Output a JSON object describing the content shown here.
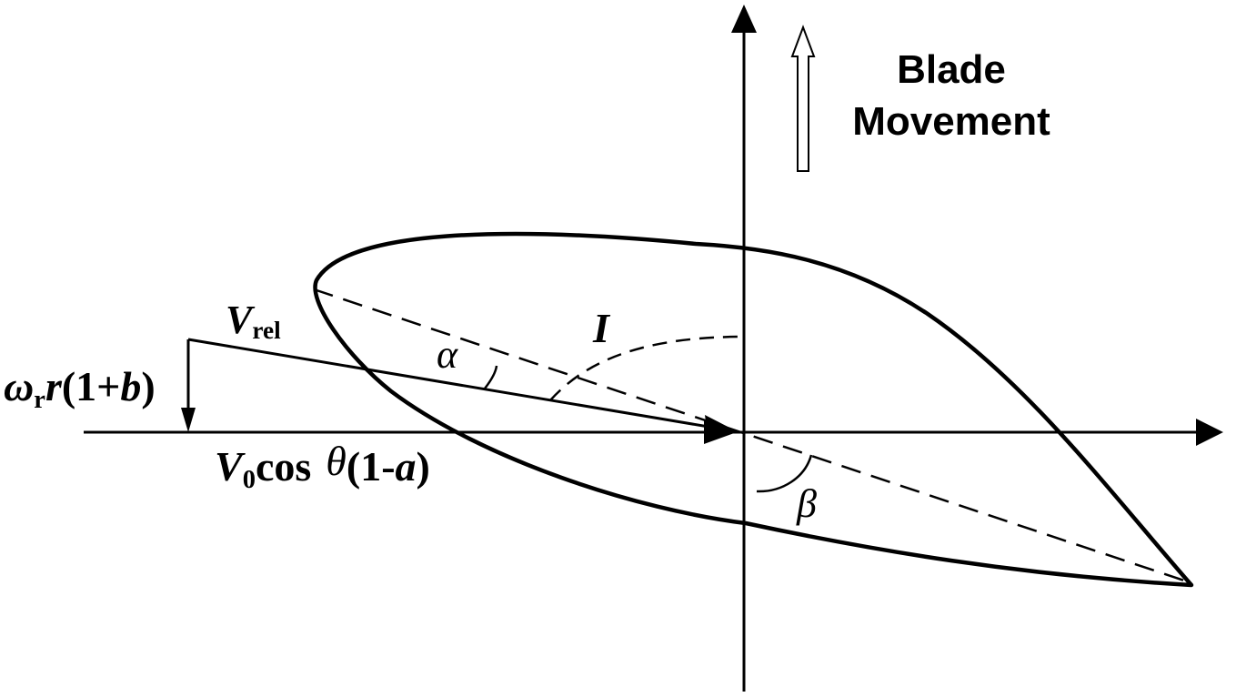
{
  "blade_movement": {
    "line1": "Blade",
    "line2": "Movement"
  },
  "labels": {
    "v_rel": {
      "symbol": "V",
      "subscript": "rel"
    },
    "tangential": {
      "omega": "ω",
      "omega_sub": "r",
      "r": "r",
      "paren_open": "(1+",
      "b": "b",
      "paren_close": ")"
    },
    "axial": {
      "v": "V",
      "v_sub": "0",
      "cos": "cos",
      "theta": "θ",
      "paren_open": "(1-",
      "a": "a",
      "paren_close": ")"
    },
    "alpha": "α",
    "incidence": "I",
    "beta": "β"
  }
}
